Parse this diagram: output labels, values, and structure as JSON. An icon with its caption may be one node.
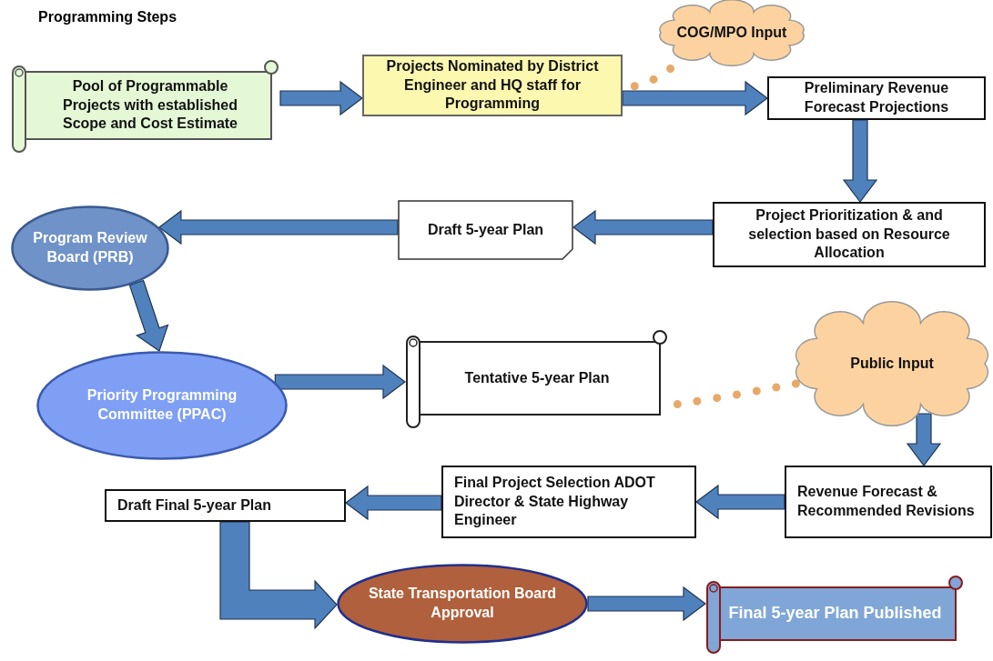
{
  "diagram": {
    "title": "Programming Steps",
    "nodes": [
      {
        "text": [
          "Pool of Programmable Projects with established Scope and Cost Estimate"
        ]
      },
      {
        "text": [
          "Projects Nominated by District Engineer and HQ staff for Programming"
        ]
      },
      {
        "text": [
          "COG/MPO Input"
        ]
      },
      {
        "text": [
          "Preliminary Revenue Forecast Projections"
        ]
      },
      {
        "text": [
          "Project Prioritization  & and selection based on Resource Allocation"
        ]
      },
      {
        "text": [
          "Draft 5-year Plan"
        ]
      },
      {
        "text": [
          "Program Review Board (PRB)"
        ]
      },
      {
        "text": [
          "Priority Programming Committee (PPAC)"
        ]
      },
      {
        "text": [
          "Tentative 5-year Plan"
        ]
      },
      {
        "text": [
          "Public Input"
        ]
      },
      {
        "text": [
          "Revenue Forecast & Recommended Revisions"
        ]
      },
      {
        "text": [
          "Final Project Selection ADOT Director & State Highway Engineer"
        ]
      },
      {
        "text": [
          "Draft Final 5-year Plan"
        ]
      },
      {
        "text": [
          "State Transportation Board Approval"
        ]
      },
      {
        "text": [
          "Final 5-year Plan Published"
        ]
      }
    ],
    "edges": [
      {
        "from": 0,
        "to": 1,
        "arrow": "to",
        "style": "thick"
      },
      {
        "from": 1,
        "to": 3,
        "arrow": "to",
        "style": "thick"
      },
      {
        "from": 3,
        "to": 4,
        "arrow": "to",
        "style": "thick"
      },
      {
        "from": 4,
        "to": 5,
        "arrow": "to",
        "style": "thick"
      },
      {
        "from": 5,
        "to": 6,
        "arrow": "to",
        "style": "thick"
      },
      {
        "from": 6,
        "to": 7,
        "arrow": "to",
        "style": "thick"
      },
      {
        "from": 7,
        "to": 8,
        "arrow": "to",
        "style": "thick"
      },
      {
        "from": 9,
        "to": 10,
        "arrow": "to",
        "style": "thick"
      },
      {
        "from": 10,
        "to": 11,
        "arrow": "to",
        "style": "thick"
      },
      {
        "from": 11,
        "to": 12,
        "arrow": "to",
        "style": "thick"
      },
      {
        "from": 12,
        "to": 13,
        "arrow": "to",
        "style": "thick"
      },
      {
        "from": 13,
        "to": 14,
        "arrow": "to",
        "style": "thick"
      },
      {
        "from": 2,
        "to": 1,
        "arrow": "none",
        "style": "dashed",
        "color": "#e8a868"
      },
      {
        "from": 9,
        "to": 8,
        "arrow": "none",
        "style": "dashed",
        "color": "#e8a868"
      }
    ]
  }
}
